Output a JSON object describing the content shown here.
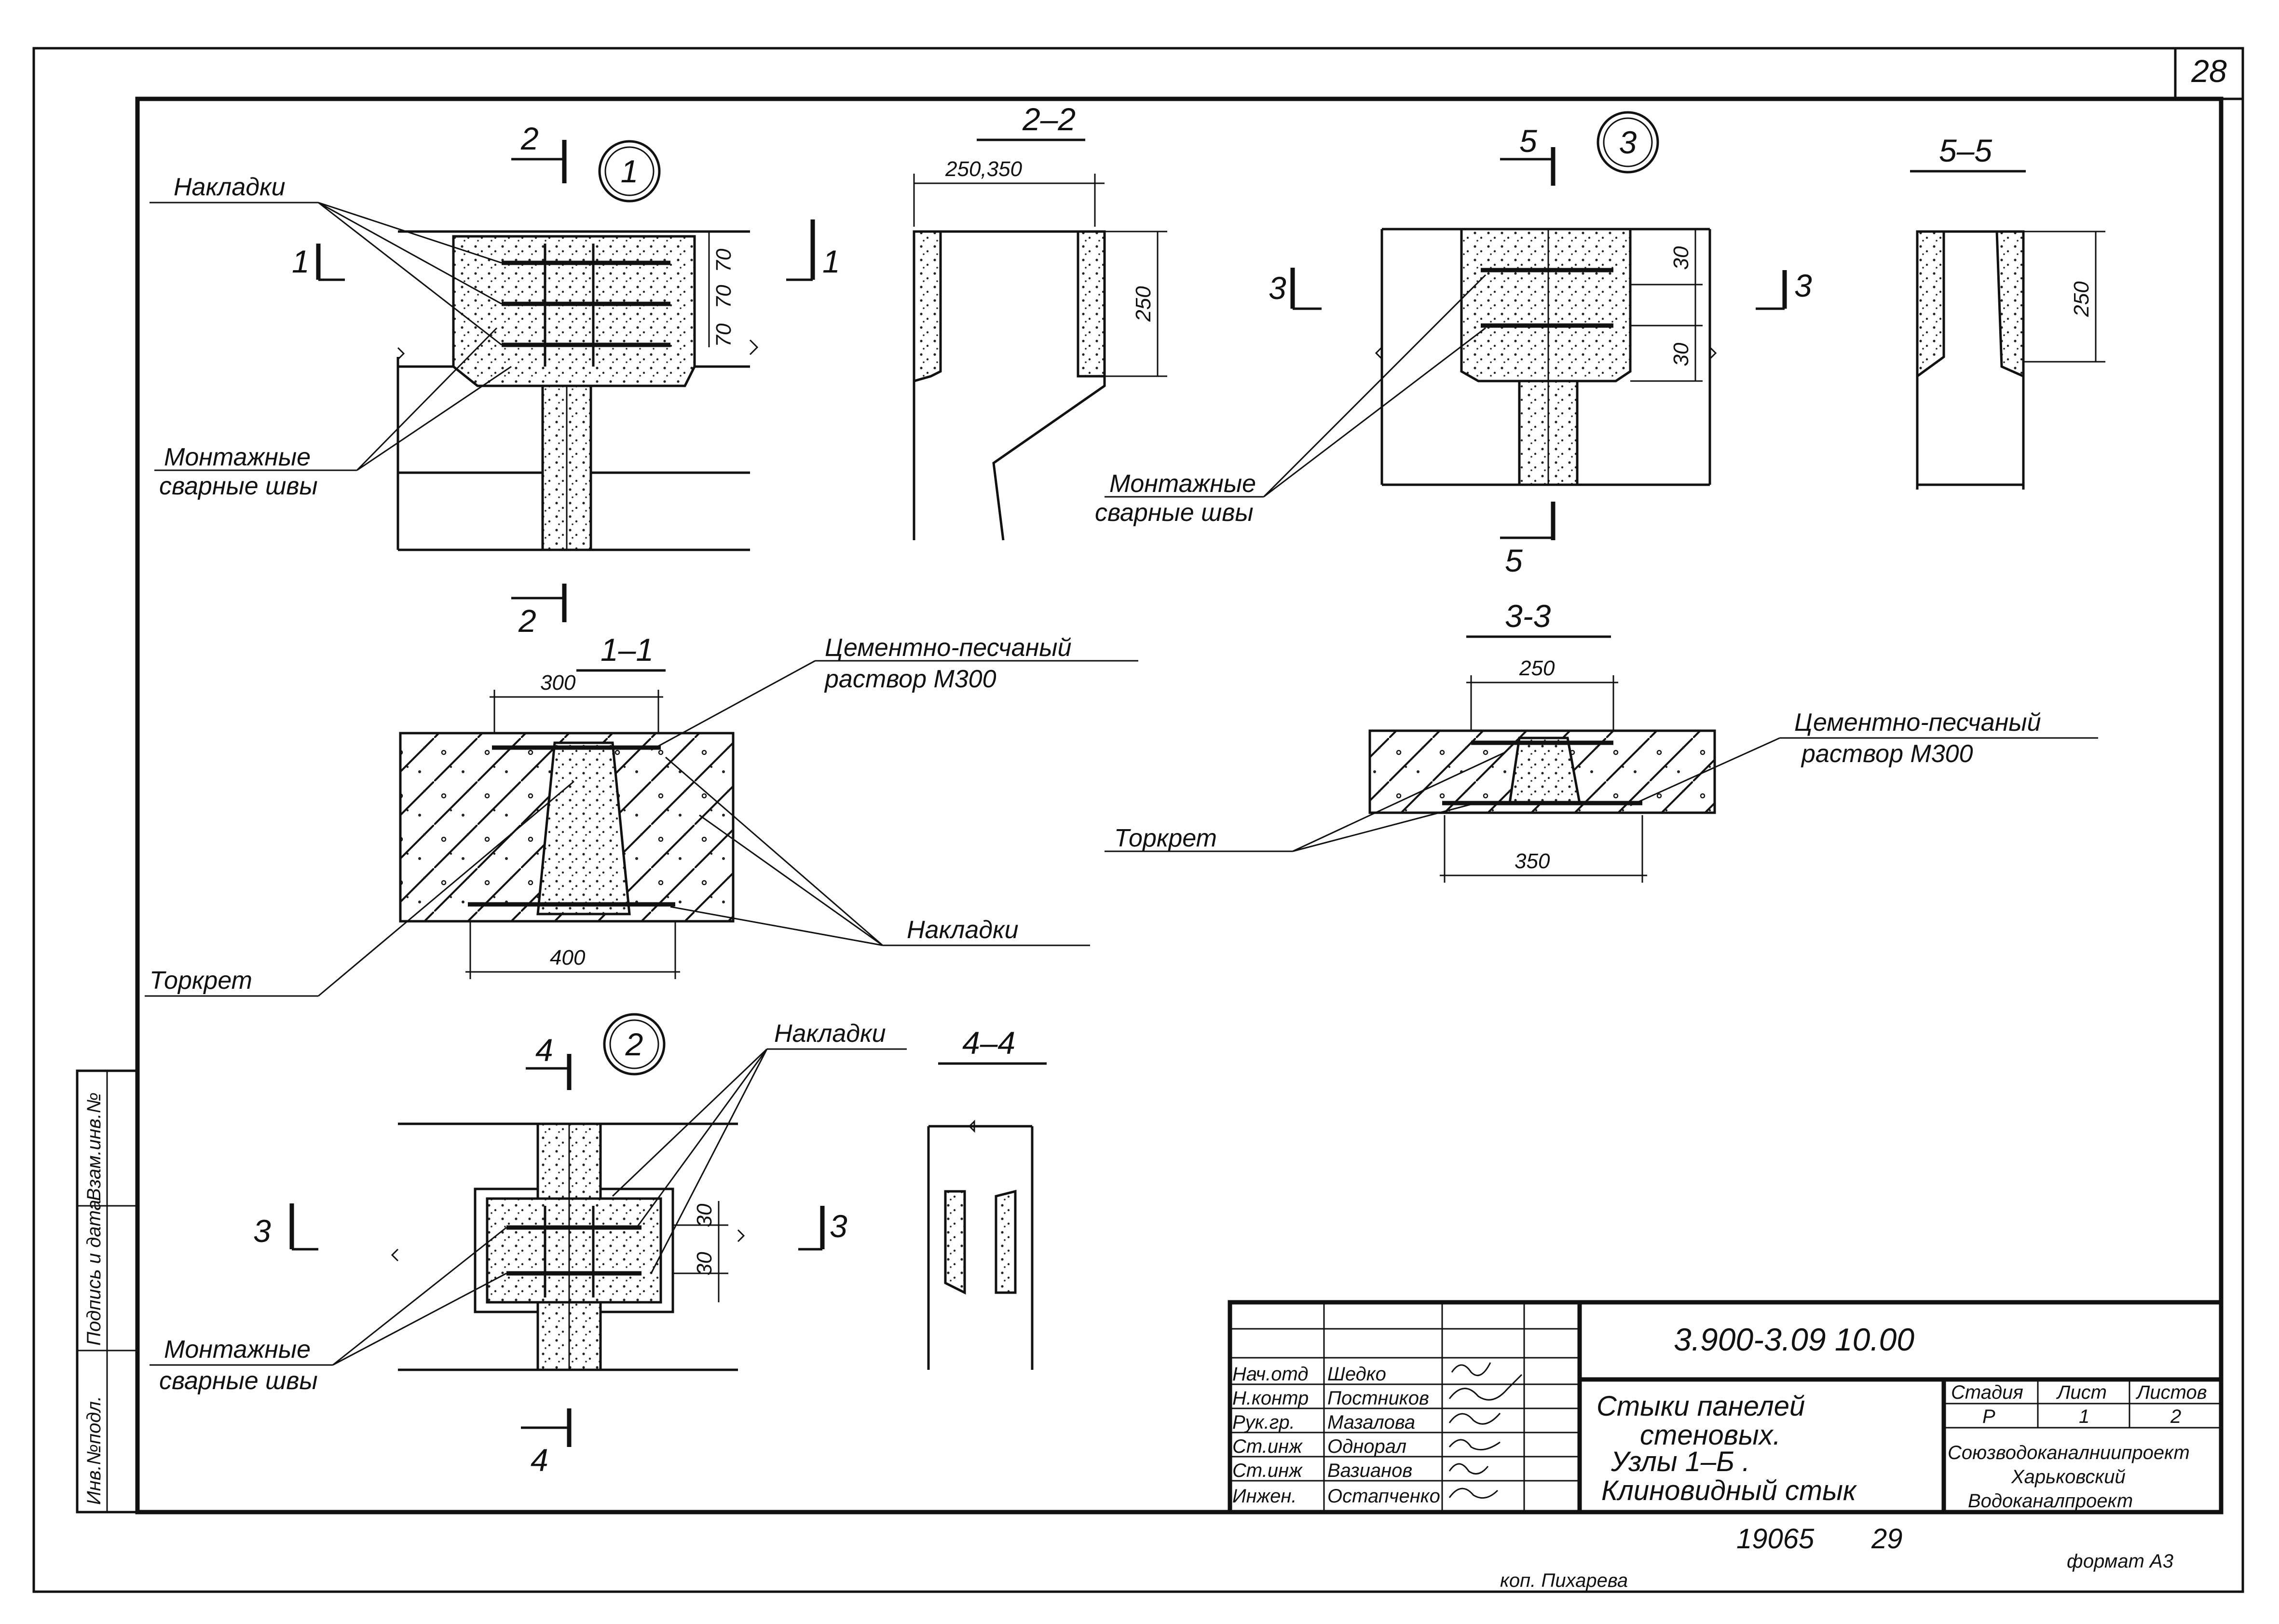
{
  "sheet_number": "28",
  "node_1": {
    "node_number": "1",
    "section_cut_top": "2",
    "section_cut_bottom": "2",
    "side_cut_left": "1",
    "side_cut_right": "1",
    "label_overlays": "Накладки",
    "label_welds_line1": "Монтажные",
    "label_welds_line2": "сварные швы",
    "dim_a": "70",
    "dim_b": "70",
    "dim_c": "70"
  },
  "section_2_2": {
    "title": "2–2",
    "dim_width": "250,350",
    "dim_height": "250"
  },
  "node_3": {
    "node_number": "3",
    "section_cut_top": "5",
    "section_cut_bottom": "5",
    "side_cut_left": "3",
    "side_cut_right": "3",
    "dim_a": "30",
    "dim_b": "30",
    "label_welds_line1": "Монтажные",
    "label_welds_line2": "сварные швы"
  },
  "section_5_5": {
    "title": "5–5",
    "dim_height": "250"
  },
  "section_1_1": {
    "title": "1–1",
    "dim_top": "300",
    "dim_bottom": "400",
    "label_mortar_line1": "Цементно-песчаный",
    "label_mortar_line2": "раствор М300",
    "label_gunite": "Торкрет",
    "label_overlays": "Накладки"
  },
  "section_3_3": {
    "title": "3-3",
    "dim_top": "250",
    "dim_bottom": "350",
    "label_mortar_line1": "Цементно-песчаный",
    "label_mortar_line2": "раствор М300",
    "label_gunite": "Торкрет"
  },
  "node_2": {
    "node_number": "2",
    "section_cut_top": "4",
    "section_cut_bottom": "4",
    "side_cut_left": "3",
    "side_cut_right": "3",
    "dim_a": "30",
    "dim_b": "30",
    "label_overlays": "Накладки",
    "label_welds_line1": "Монтажные",
    "label_welds_line2": "сварные швы"
  },
  "section_4_4": {
    "title": "4–4"
  },
  "side_stamp": {
    "col1": "Инв.№подл.",
    "col2": "Подпись и дата",
    "col3": "Взам.инв.№"
  },
  "title_block": {
    "doc_code": "3.900-3.09 10.00",
    "rows": [
      {
        "role": "Нач.отд",
        "name": "Шедко"
      },
      {
        "role": "Н.контр",
        "name": "Постников"
      },
      {
        "role": "Рук.гр.",
        "name": "Мазалова"
      },
      {
        "role": "Ст.инж",
        "name": "Однорал"
      },
      {
        "role": "Ст.инж",
        "name": "Вазианов"
      },
      {
        "role": "Инжен.",
        "name": "Остапченко"
      }
    ],
    "title_line1": "Стыки панелей",
    "title_line2": "стеновых.",
    "title_line3": "Узлы 1–Б .",
    "title_line4": "Клиновидный стык",
    "stage_header": "Стадия",
    "sheet_header": "Лист",
    "sheets_header": "Листов",
    "stage_value": "Р",
    "sheet_value": "1",
    "sheets_value": "2",
    "org_line1": "Союзводоканалниипроект",
    "org_line2": "Харьковский",
    "org_line3": "Водоканалпроект"
  },
  "footer": {
    "inv_number": "19065",
    "inv_sub": "29",
    "copied_by": "коп. Пихарева",
    "format": "формат А3"
  }
}
